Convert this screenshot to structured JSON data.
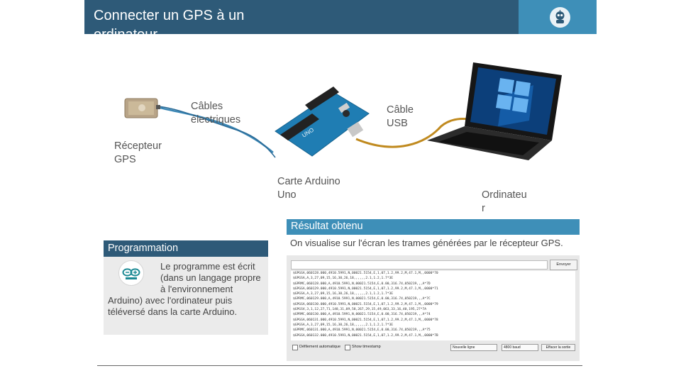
{
  "title": "Connecter un GPS à un ordinateur",
  "diagram": {
    "cables_label": "Câbles électriques",
    "usb_label": "Câble USB",
    "gps_label": "Récepteur GPS",
    "arduino_label": "Carte Arduino Uno",
    "computer_label": "Ordinateu r"
  },
  "result": {
    "header": "Résultat obtenu",
    "description": "On visualise sur l'écran les trames générées par le récepteur GPS."
  },
  "serial_monitor": {
    "send_label": "Envoyer",
    "lines": [
      "$GPGGA,060128.000,4910.5991,N,00021.5154,E,1,07,1.2,99.2,M,47.1,M,,0000*70",
      "$GPGSA,A,3,27,09,15,16,30,26,18,,,,,,2.1,1.2,1.7*3E",
      "$GPRMC,060128.000,A,4910.5991,N,00021.5154,E,0.00,316.74,050219,,,A*7D",
      "$GPGGA,060129.000,4910.5991,N,00021.5154,E,1,07,1.2,99.2,M,47.1,M,,0000*71",
      "$GPGSA,A,3,27,09,15,16,30,26,18,,,,,,2.1,1.2,1.7*3E",
      "$GPRMC,060129.000,A,4910.5991,N,00021.5154,E,0.00,316.74,050219,,,A*7C",
      "$GPGGA,060130.000,4910.5991,N,00021.5154,E,1,07,1.2,99.2,M,47.1,M,,0000*79",
      "$GPGSV,3,1,12,27,71,148,31,09,58,267,29,15,49,063,33,16,40,195,27*7A",
      "$GPRMC,060130.000,A,4910.5991,N,00021.5154,E,0.00,316.74,050219,,,A*74",
      "$GPGGA,060131.000,4910.5991,N,00021.5154,E,1,07,1.2,99.2,M,47.1,M,,0000*78",
      "$GPGSA,A,3,27,09,15,16,30,26,18,,,,,,2.1,1.2,1.7*3E",
      "$GPRMC,060131.000,A,4910.5991,N,00021.5154,E,0.00,316.74,050219,,,A*75",
      "$GPGGA,060132.000,4910.5991,N,00021.5154,E,1,07,1.2,99.2,M,47.1,M,,0000*7B"
    ],
    "autoscroll_label": "Défilement automatique",
    "timestamp_label": "Show timestamp",
    "line_ending": "Nouvelle ligne",
    "baud": "4800 baud",
    "clear_label": "Effacer la sortie"
  },
  "programming": {
    "header": "Programmation",
    "text": "Le programme est écrit (dans un langage propre à l'environnement Arduino) avec l'ordinateur puis téléversé dans la carte Arduino."
  },
  "colors": {
    "title_bar": "#2e5a78",
    "accent": "#3e8fb8",
    "arduino_board": "#1f7db3",
    "cable_blue": "#3a86b4",
    "cable_gold": "#c08a1f"
  },
  "icons": [
    "robot-logo-icon",
    "gps-module-icon",
    "arduino-board-icon",
    "laptop-icon",
    "arduino-logo-icon"
  ]
}
